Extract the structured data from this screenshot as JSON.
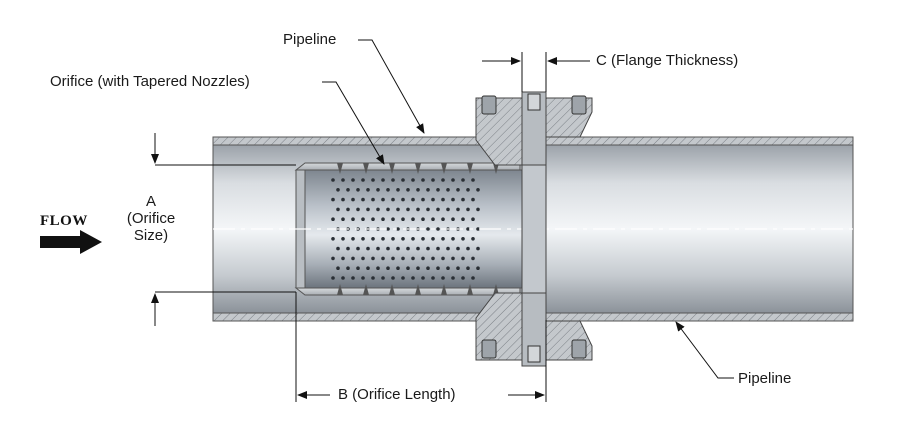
{
  "labels": {
    "pipeline_top": "Pipeline",
    "orifice": "Orifice (with Tapered Nozzles)",
    "flange_thickness": "C (Flange Thickness)",
    "flow": "FLOW",
    "orifice_size_a": "A",
    "orifice_size_line1": "(Orifice",
    "orifice_size_line2": "Size)",
    "orifice_length": "B (Orifice Length)",
    "pipeline_bottom": "Pipeline"
  },
  "colors": {
    "pipe_metal": "#c9cdd2",
    "pipe_dark": "#8c939b",
    "flange": "#b4b8bd",
    "line": "#111111"
  }
}
